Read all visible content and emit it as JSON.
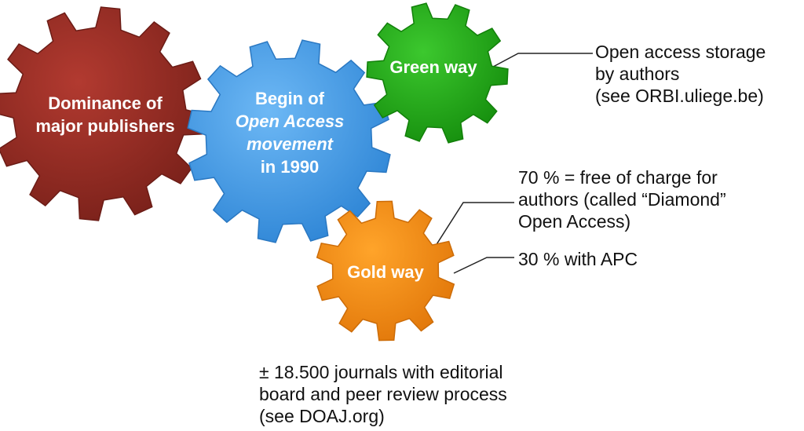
{
  "gears": {
    "red": {
      "line1": "Dominance of",
      "line2": "major publishers",
      "color": "#8e2a22"
    },
    "blue": {
      "line1": "Begin of",
      "line2": "Open Access",
      "line3": "movement",
      "line4": "in 1990",
      "color": "#4a9ee6"
    },
    "green": {
      "label": "Green way",
      "color": "#1faa14"
    },
    "gold": {
      "label": "Gold way",
      "color": "#f28a0c"
    }
  },
  "notes": {
    "green": {
      "line1": "Open access storage",
      "line2": "by authors",
      "line3": "(see ORBI.uliege.be)"
    },
    "diamond": {
      "line1": "70 % = free of charge for",
      "line2": "authors (called “Diamond”",
      "line3": "Open Access)"
    },
    "apc": {
      "line1": "30 % with APC"
    },
    "doaj": {
      "line1": "± 18.500 journals with editorial",
      "line2": "board and peer review process",
      "line3": "(see DOAJ.org)"
    }
  }
}
